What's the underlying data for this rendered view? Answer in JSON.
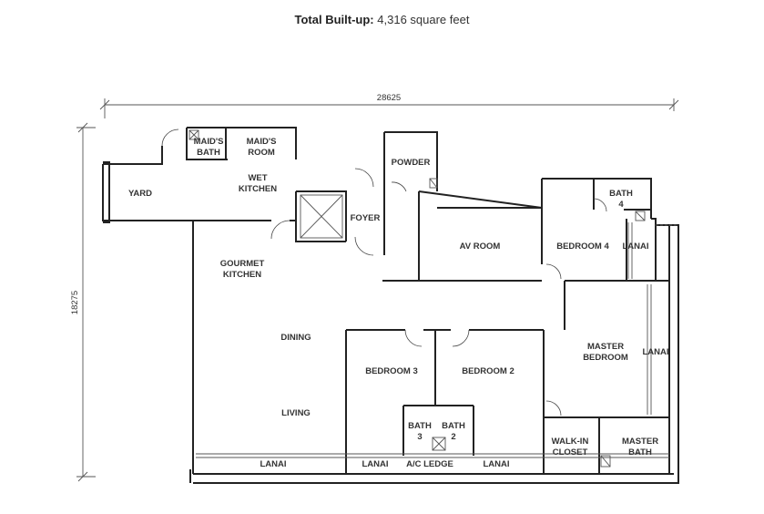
{
  "header": {
    "label": "Total Built-up:",
    "value": "4,316 square feet"
  },
  "dimensions": {
    "width": "28625",
    "height": "18275"
  },
  "rooms": {
    "maids_bath": [
      "MAID'S",
      "BATH"
    ],
    "maids_room": [
      "MAID'S",
      "ROOM"
    ],
    "yard": "YARD",
    "wet_kitchen": [
      "WET",
      "KITCHEN"
    ],
    "powder": "POWDER",
    "foyer": "FOYER",
    "bath4": [
      "BATH",
      "4"
    ],
    "av_room": "AV ROOM",
    "bedroom4": "BEDROOM 4",
    "lanai_bed4": "LANAI",
    "gourmet_kitchen": [
      "GOURMET",
      "KITCHEN"
    ],
    "dining": "DINING",
    "master_bedroom": [
      "MASTER",
      "BEDROOM"
    ],
    "lanai_master": "LANAI",
    "bedroom3": "BEDROOM 3",
    "bedroom2": "BEDROOM 2",
    "living": "LIVING",
    "bath3": [
      "BATH",
      "3"
    ],
    "bath2": [
      "BATH",
      "2"
    ],
    "walkin_closet": [
      "WALK-IN",
      "CLOSET"
    ],
    "master_bath": [
      "MASTER",
      "BATH"
    ],
    "lanai_1": "LANAI",
    "lanai_2": "LANAI",
    "ac_ledge": "A/C LEDGE",
    "lanai_3": "LANAI"
  }
}
